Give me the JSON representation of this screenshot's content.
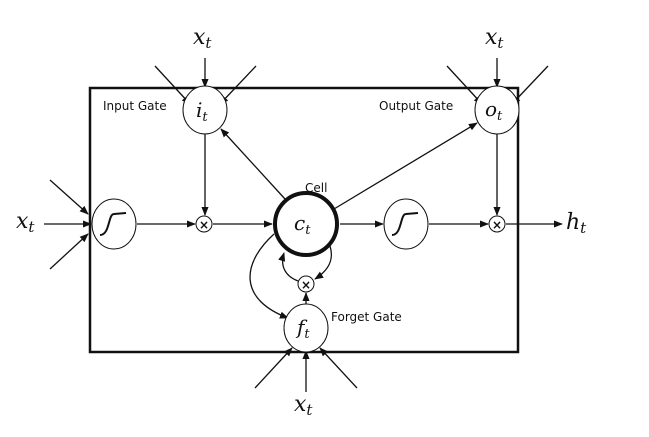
{
  "nodes": {
    "input_gate": {
      "label": "Input Gate",
      "symbol": "i",
      "sub": "t"
    },
    "output_gate": {
      "label": "Output Gate",
      "symbol": "o",
      "sub": "t"
    },
    "forget_gate": {
      "label": "Forget Gate",
      "symbol": "f",
      "sub": "t"
    },
    "cell": {
      "label": "Cell",
      "symbol": "c",
      "sub": "t"
    }
  },
  "inputs": {
    "symbol": "x",
    "sub": "t"
  },
  "output": {
    "symbol": "h",
    "sub": "t"
  },
  "multiply_glyph": "×",
  "colors": {
    "stroke": "#111111",
    "background": "#ffffff"
  }
}
